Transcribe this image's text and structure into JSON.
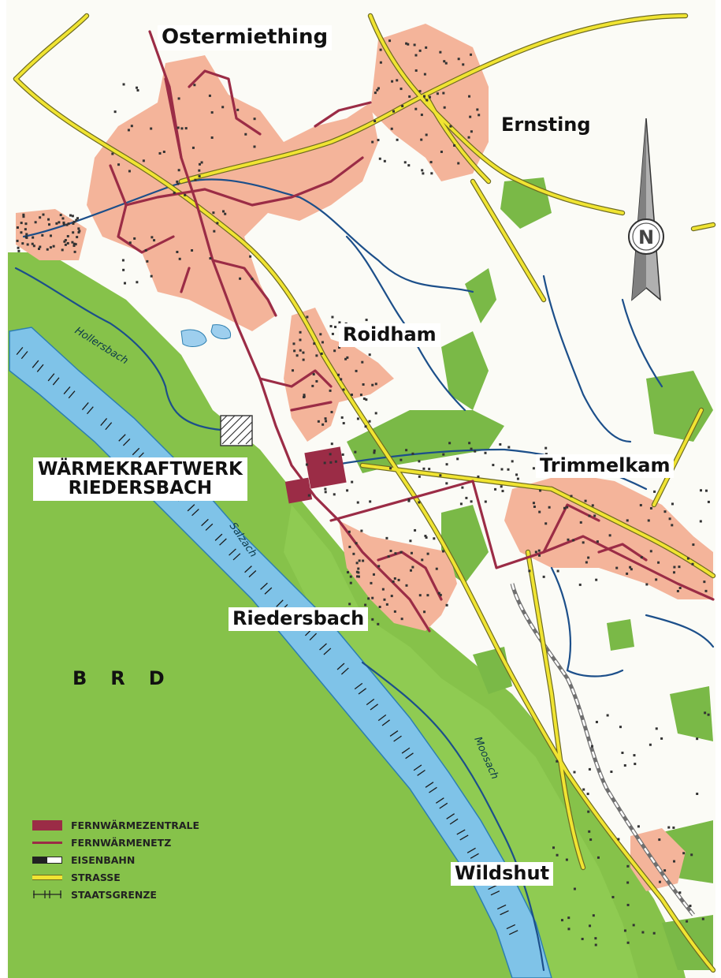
{
  "map": {
    "places": {
      "ostermiething": "Ostermiething",
      "ernsting": "Ernsting",
      "roidham": "Roidham",
      "trimmelkam": "Trimmelkam",
      "riedersbach": "Riedersbach",
      "wildshut": "Wildshut"
    },
    "plant": {
      "line1": "WÄRMEKRAFTWERK",
      "line2": "RIEDERSBACH"
    },
    "country_letters": [
      "B",
      "R",
      "D"
    ],
    "rivers": {
      "hollersbach": "Hollersbach",
      "salzach": "Salzach",
      "moosach": "Moosach"
    },
    "north_label": "N",
    "colors": {
      "river": "#7fc3e8",
      "forest": "#86c24a",
      "settlement": "#f4b49a",
      "road": "#f0e432",
      "heat_network": "#9b2c46",
      "heat_plant": "#9b2c46",
      "stream": "#1c4f8a"
    }
  },
  "legend": {
    "items": [
      {
        "symbol": "heat-plant-swatch",
        "label": "FERNWÄRMEZENTRALE"
      },
      {
        "symbol": "heat-network-line",
        "label": "FERNWÄRMENETZ"
      },
      {
        "symbol": "railway-symbol",
        "label": "EISENBAHN"
      },
      {
        "symbol": "road-symbol",
        "label": "STRASSE"
      },
      {
        "symbol": "border-symbol",
        "label": "STAATSGRENZE"
      }
    ]
  }
}
